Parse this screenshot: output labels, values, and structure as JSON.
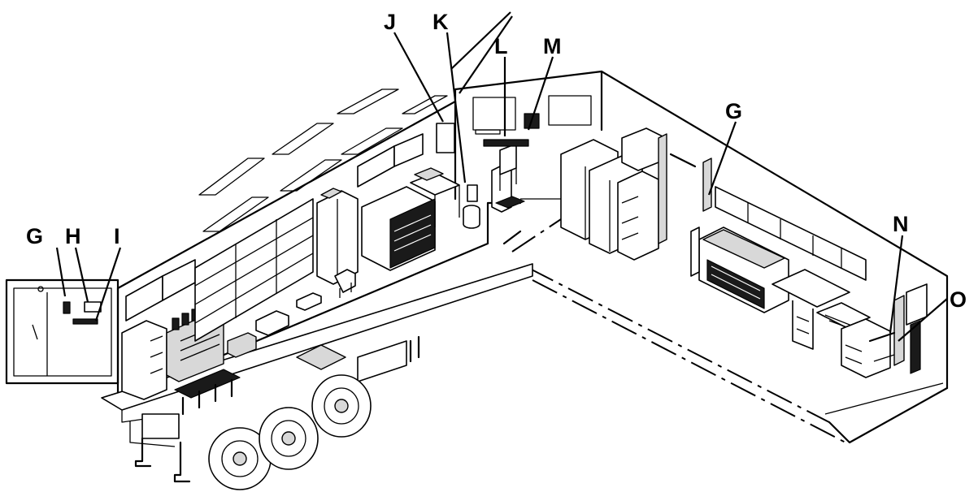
{
  "labels": {
    "G_left": "G",
    "H": "H",
    "I": "I",
    "J": "J",
    "K": "K",
    "L": "L",
    "M": "M",
    "G_right": "G",
    "N": "N",
    "O": "O"
  }
}
